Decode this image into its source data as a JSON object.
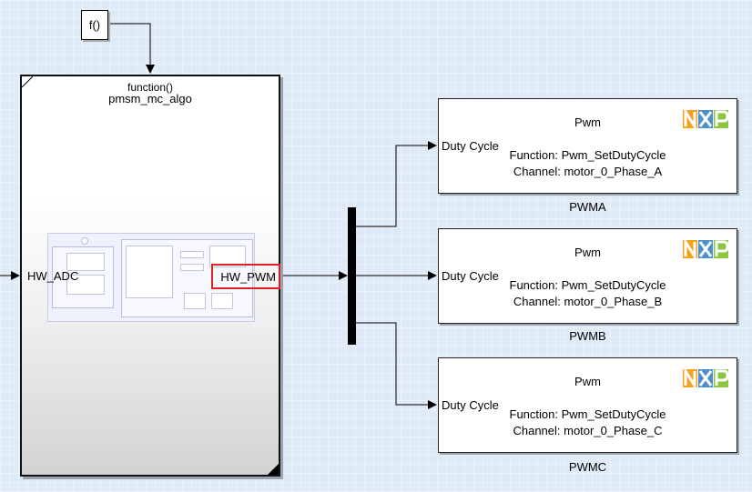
{
  "fcall_block": {
    "label": "f()"
  },
  "subsystem": {
    "trigger_label": "function()",
    "name": "pmsm_mc_algo",
    "input_port": "HW_ADC",
    "output_port": "HW_PWM"
  },
  "pwm_blocks": [
    {
      "title": "Pwm",
      "input_port": "Duty Cycle",
      "function": "Function: Pwm_SetDutyCycle",
      "channel": "Channel: motor_0_Phase_A",
      "name": "PWMA"
    },
    {
      "title": "Pwm",
      "input_port": "Duty Cycle",
      "function": "Function: Pwm_SetDutyCycle",
      "channel": "Channel: motor_0_Phase_B",
      "name": "PWMB"
    },
    {
      "title": "Pwm",
      "input_port": "Duty Cycle",
      "function": "Function: Pwm_SetDutyCycle",
      "channel": "Channel: motor_0_Phase_C",
      "name": "PWMC"
    }
  ],
  "colors": {
    "canvas": "#dfeaf7",
    "highlight": "#e02020",
    "logo_orange": "#f5a11c",
    "logo_blue": "#4a8fd0",
    "logo_green": "#8cc63f"
  },
  "icons": {
    "vendor_logo": "nxp-logo-icon",
    "port_arrow": "arrow-right-icon"
  }
}
